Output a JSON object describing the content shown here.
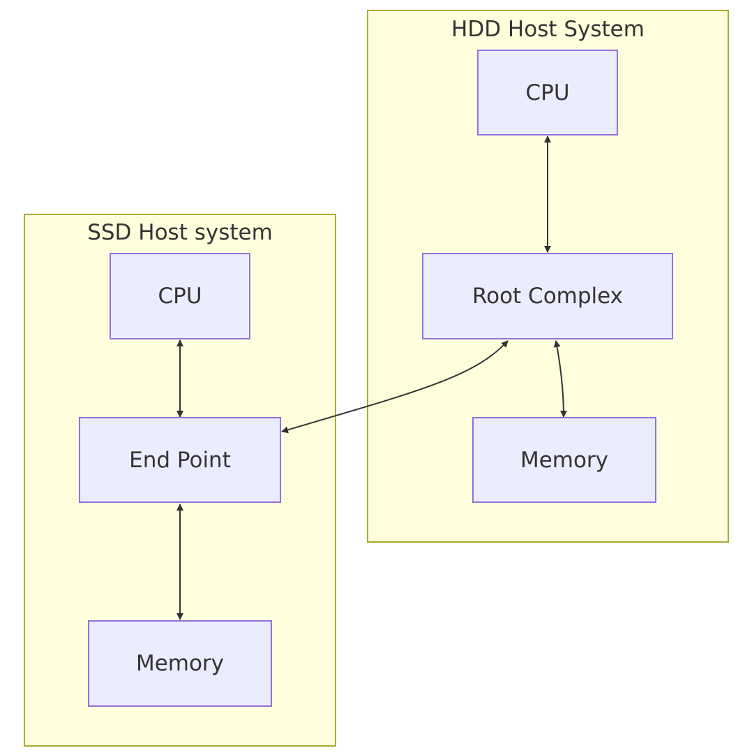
{
  "clusters": {
    "hdd": {
      "title": "HDD Host System"
    },
    "ssd": {
      "title": "SSD Host system"
    }
  },
  "nodes": {
    "hdd_cpu": "CPU",
    "hdd_root_complex": "Root Complex",
    "hdd_memory": "Memory",
    "ssd_cpu": "CPU",
    "ssd_end_point": "End Point",
    "ssd_memory": "Memory"
  },
  "edges": [
    {
      "from": "hdd_cpu",
      "to": "hdd_root_complex",
      "direction": "bidirectional"
    },
    {
      "from": "hdd_root_complex",
      "to": "hdd_memory",
      "direction": "bidirectional"
    },
    {
      "from": "hdd_root_complex",
      "to": "ssd_end_point",
      "direction": "bidirectional"
    },
    {
      "from": "ssd_cpu",
      "to": "ssd_end_point",
      "direction": "bidirectional"
    },
    {
      "from": "ssd_end_point",
      "to": "ssd_memory",
      "direction": "bidirectional"
    }
  ],
  "colors": {
    "cluster_fill": "#ffffde",
    "cluster_border": "#aaaa33",
    "node_fill": "#ececff",
    "node_border": "#9370db",
    "text": "#333333",
    "edge": "#333333"
  }
}
